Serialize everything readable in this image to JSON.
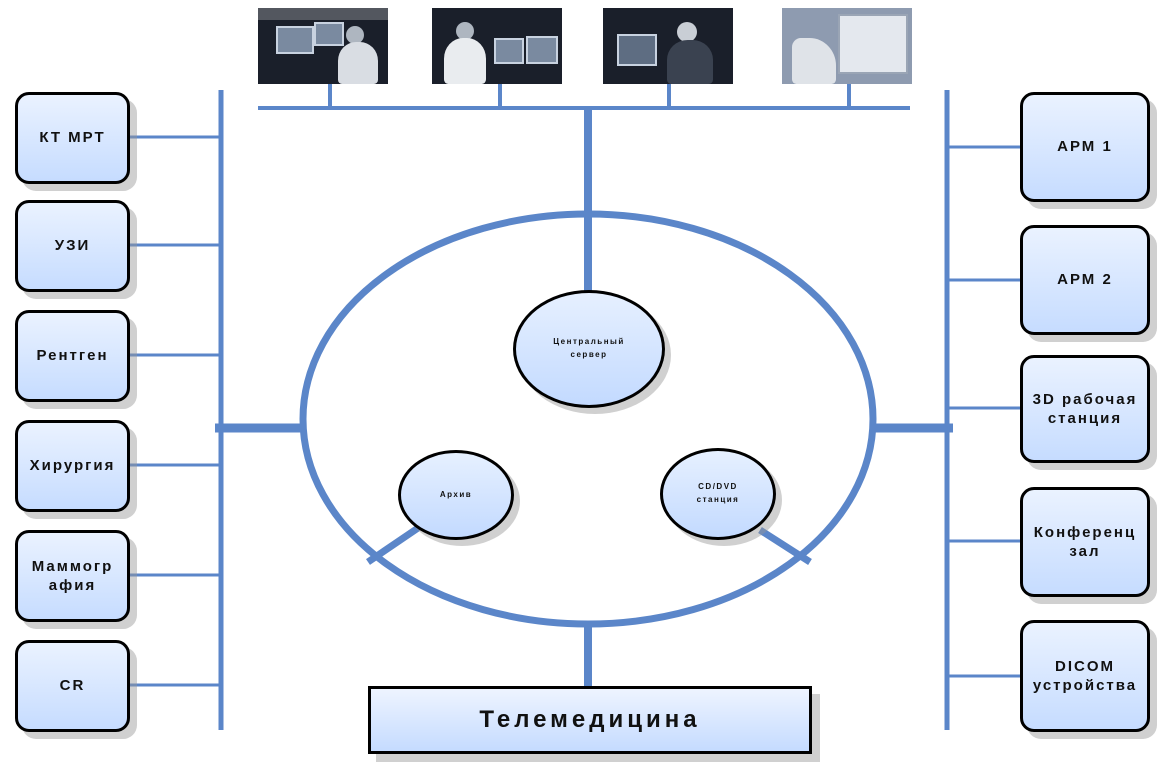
{
  "left_nodes": [
    {
      "id": "ct-mri",
      "label": "КТ МРТ"
    },
    {
      "id": "us",
      "label": "УЗИ"
    },
    {
      "id": "xray",
      "label": "Рентген"
    },
    {
      "id": "surgery",
      "label": "Хирургия"
    },
    {
      "id": "mammo",
      "label": "Маммогр\nафия"
    },
    {
      "id": "cr",
      "label": "CR"
    }
  ],
  "right_nodes": [
    {
      "id": "arm1",
      "label": "АРМ 1"
    },
    {
      "id": "arm2",
      "label": "АРМ 2"
    },
    {
      "id": "3d",
      "label": "3D рабочая\nстанция"
    },
    {
      "id": "conf",
      "label": "Конференц\nзал"
    },
    {
      "id": "dicom",
      "label": "DICOM\nустройства"
    }
  ],
  "center_nodes": {
    "server": "Центральный\nсервер",
    "archive": "Архив",
    "cddvd": "CD/DVD\nстанция"
  },
  "bottom_node": "Телемедицина",
  "photos": [
    "photo-ct-console",
    "photo-doctor-monitors",
    "photo-operator-workstation",
    "photo-radiograph-viewer"
  ],
  "colors": {
    "line": "#5b86c9",
    "node_fill_top": "#eaf2ff",
    "node_fill_bottom": "#c6dcff",
    "border": "#000000"
  }
}
